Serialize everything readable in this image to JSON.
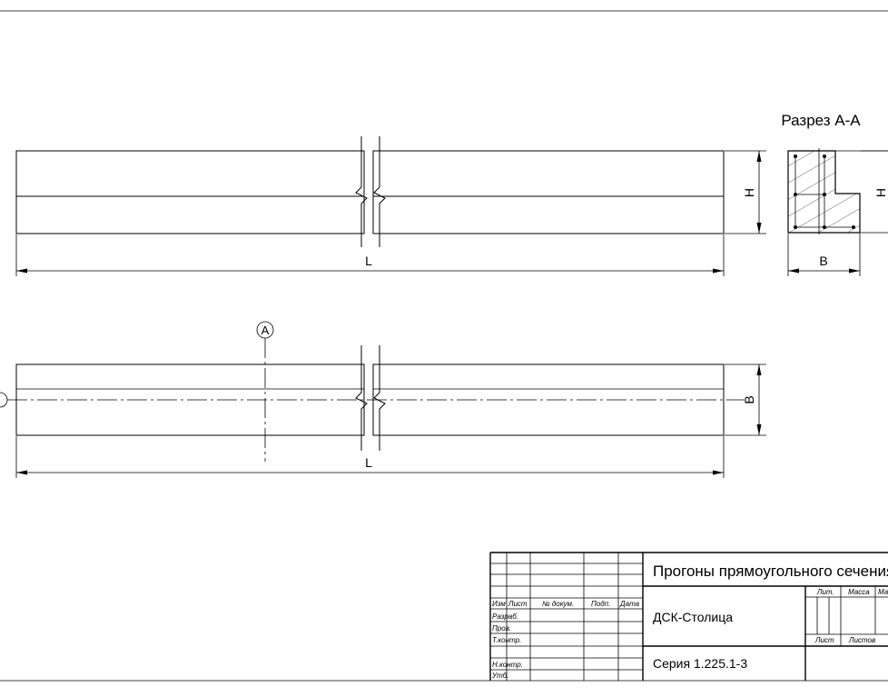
{
  "drawing": {
    "section_title": "Разрез А-А",
    "section_marker": "А",
    "dim_length": "L",
    "dim_height": "H",
    "dim_width": "B"
  },
  "title_block": {
    "title": "Прогоны прямоугольного сечения",
    "organization": "ДСК-Столица",
    "series": "Серия 1.225.1-3",
    "column_headers": [
      "Изм",
      "Лист",
      "№ докум.",
      "Подп.",
      "Дата"
    ],
    "role_rows": [
      "Разраб.",
      "Пров.",
      "Т.контр.",
      "",
      "Н.контр.",
      "Утб."
    ],
    "right_headers": [
      "Лит.",
      "Масса",
      "Масштаб"
    ],
    "sheet_labels": [
      "Лист",
      "Листов"
    ]
  }
}
